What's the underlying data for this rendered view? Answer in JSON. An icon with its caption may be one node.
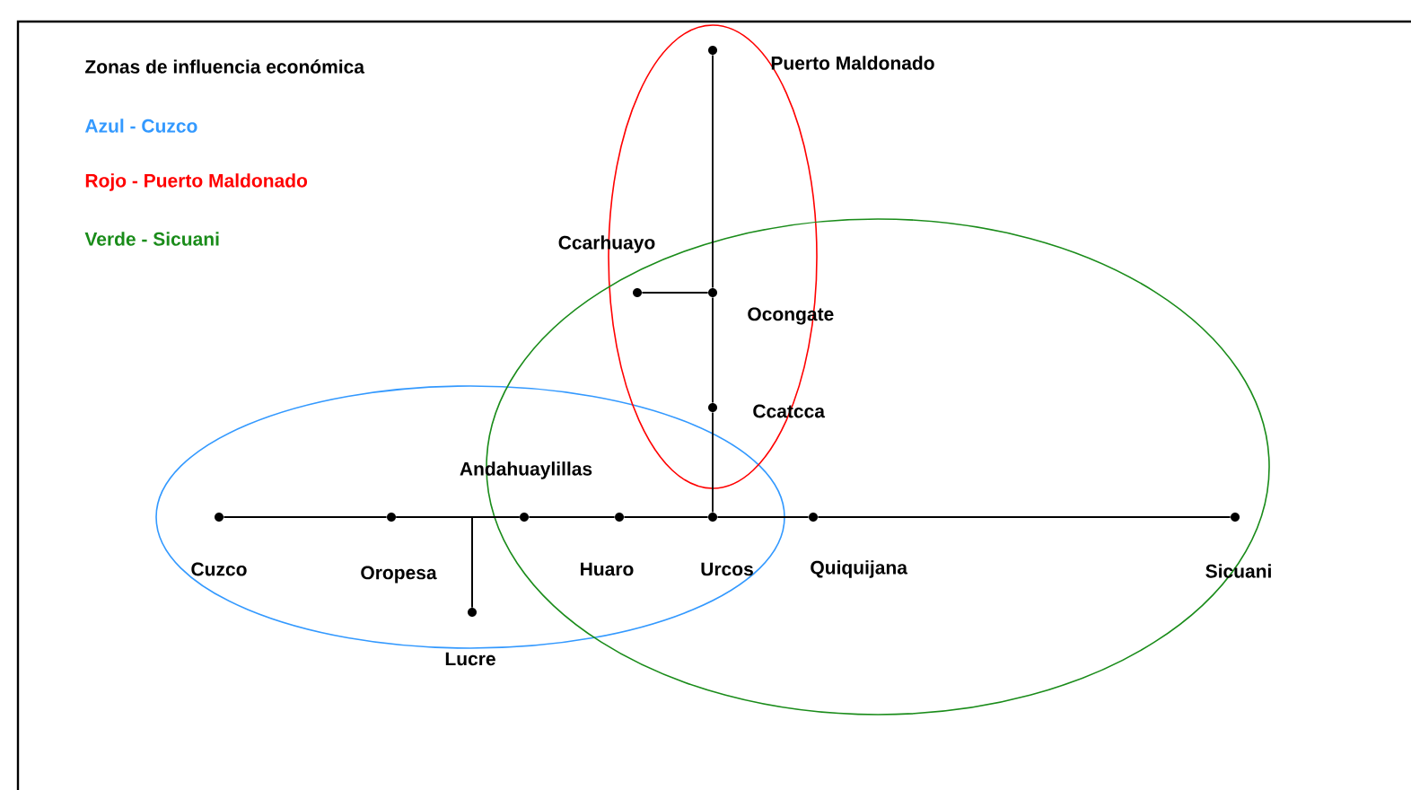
{
  "diagram": {
    "title": "Zonas de influencia económica",
    "nodes": [
      {
        "text": [],
        "shape": "circle",
        "beside": [
          "Puerto Maldonado"
        ]
      },
      {
        "text": [],
        "shape": "circle",
        "beside": [
          "Ccarhuayo"
        ]
      },
      {
        "text": [],
        "shape": "circle",
        "beside": [
          "Ocongate"
        ]
      },
      {
        "text": [],
        "shape": "circle",
        "beside": [
          "Ccatcca"
        ]
      },
      {
        "text": [],
        "shape": "circle",
        "beside": [
          "Andahuaylillas"
        ]
      },
      {
        "text": [],
        "shape": "circle",
        "beside": [
          "Cuzco"
        ]
      },
      {
        "text": [],
        "shape": "circle",
        "beside": [
          "Oropesa"
        ]
      },
      {
        "text": [],
        "shape": "circle",
        "beside": [
          "Huaro"
        ]
      },
      {
        "text": [],
        "shape": "circle",
        "beside": [
          "Urcos"
        ]
      },
      {
        "text": [],
        "shape": "circle",
        "beside": [
          "Quiquijana"
        ]
      },
      {
        "text": [],
        "shape": "circle",
        "beside": [
          "Sicuani"
        ]
      },
      {
        "text": [],
        "shape": "circle",
        "beside": [
          "Lucre"
        ]
      }
    ],
    "edges": [
      {
        "from": 0,
        "to": 2,
        "arrow": "none"
      },
      {
        "from": 1,
        "to": 2,
        "arrow": "none"
      },
      {
        "from": 2,
        "to": 3,
        "arrow": "none"
      },
      {
        "from": 3,
        "to": 8,
        "arrow": "none"
      },
      {
        "from": 5,
        "to": 6,
        "arrow": "none"
      },
      {
        "from": 6,
        "to": 4,
        "arrow": "none"
      },
      {
        "from": 6,
        "to": 11,
        "arrow": "none"
      },
      {
        "from": 4,
        "to": 11,
        "arrow": "none"
      },
      {
        "from": 4,
        "to": 7,
        "arrow": "none"
      },
      {
        "from": 7,
        "to": 8,
        "arrow": "none"
      },
      {
        "from": 8,
        "to": 9,
        "arrow": "none"
      },
      {
        "from": 9,
        "to": 10,
        "arrow": "none"
      }
    ],
    "legend": [
      {
        "text": "Azul - Cuzco",
        "color": "#3399ff"
      },
      {
        "text": "Rojo - Puerto Maldonado",
        "color": "#ff0000"
      },
      {
        "text": "Verde - Sicuani",
        "color": "#1a8c1a"
      }
    ]
  }
}
